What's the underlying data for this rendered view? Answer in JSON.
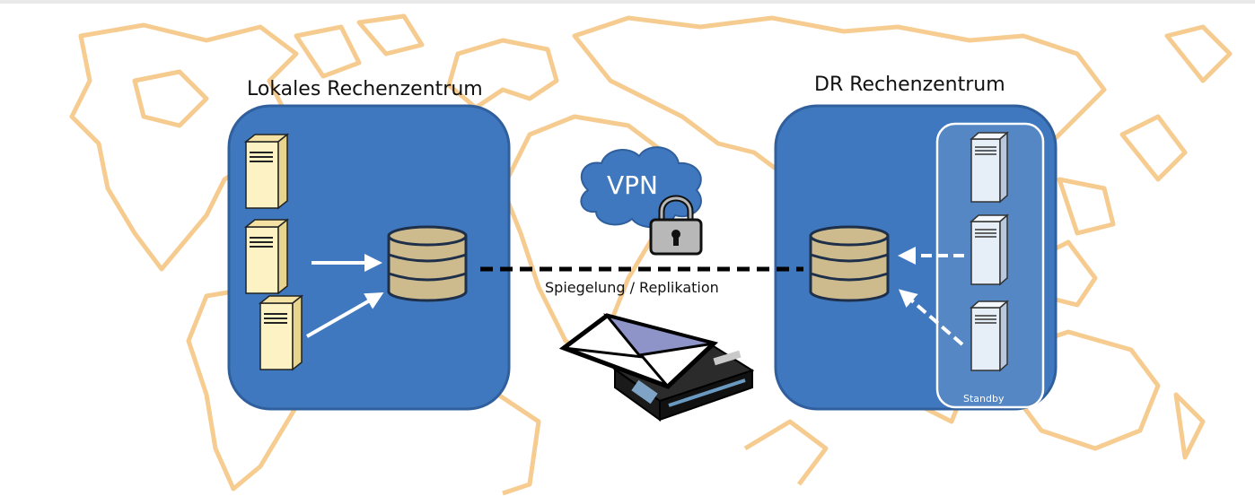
{
  "diagram": {
    "left_title": "Lokales Rechenzentrum",
    "right_title": "DR Rechenzentrum",
    "vpn_label": "VPN",
    "link_label": "Spiegelung / Replikation",
    "standby_label": "Standby"
  },
  "colors": {
    "map_outline": "#f6c98a",
    "datacenter_fill": "#3f78be",
    "datacenter_stroke": "#2f5f9c",
    "server_local": "#fdf2c4",
    "server_standby": "#e6eef8",
    "database": "#cdbb8e",
    "cloud": "#3f78be",
    "lock": "#b8b8b8"
  }
}
